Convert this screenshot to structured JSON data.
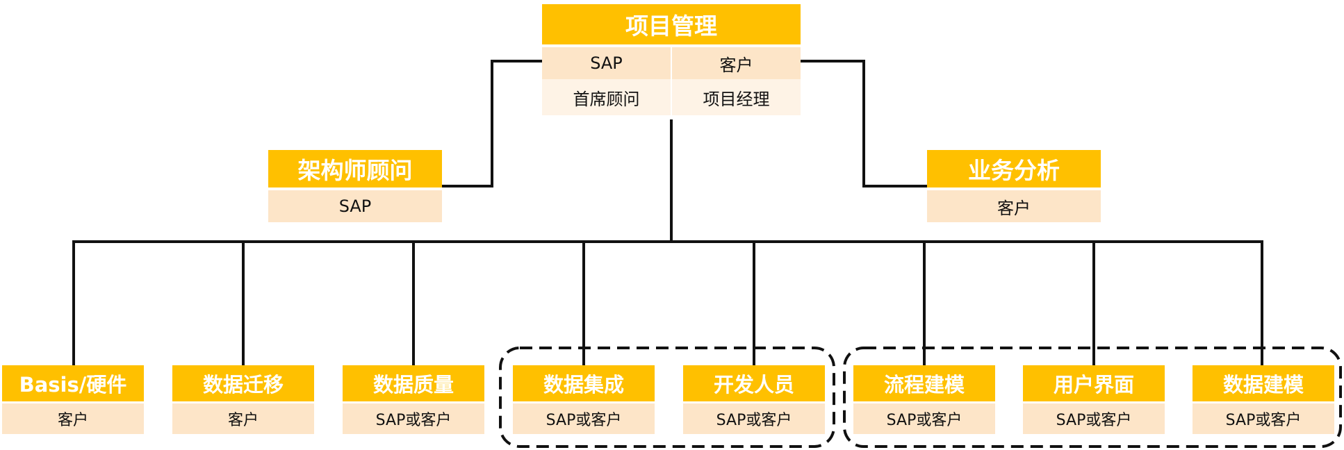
{
  "top": {
    "title": "项目管理",
    "rows": [
      [
        "SAP",
        "客户"
      ],
      [
        "首席顾问",
        "项目经理"
      ]
    ]
  },
  "architect": {
    "title": "架构师顾问",
    "sub": "SAP"
  },
  "business": {
    "title": "业务分析",
    "sub": "客户"
  },
  "bottom": [
    {
      "title": "Basis/硬件",
      "sub": "客户"
    },
    {
      "title": "数据迁移",
      "sub": "客户"
    },
    {
      "title": "数据质量",
      "sub": "SAP或客户"
    },
    {
      "title": "数据集成",
      "sub": "SAP或客户"
    },
    {
      "title": "开发人员",
      "sub": "SAP或客户"
    },
    {
      "title": "流程建模",
      "sub": "SAP或客户"
    },
    {
      "title": "用户界面",
      "sub": "SAP或客户"
    },
    {
      "title": "数据建模",
      "sub": "SAP或客户"
    }
  ]
}
